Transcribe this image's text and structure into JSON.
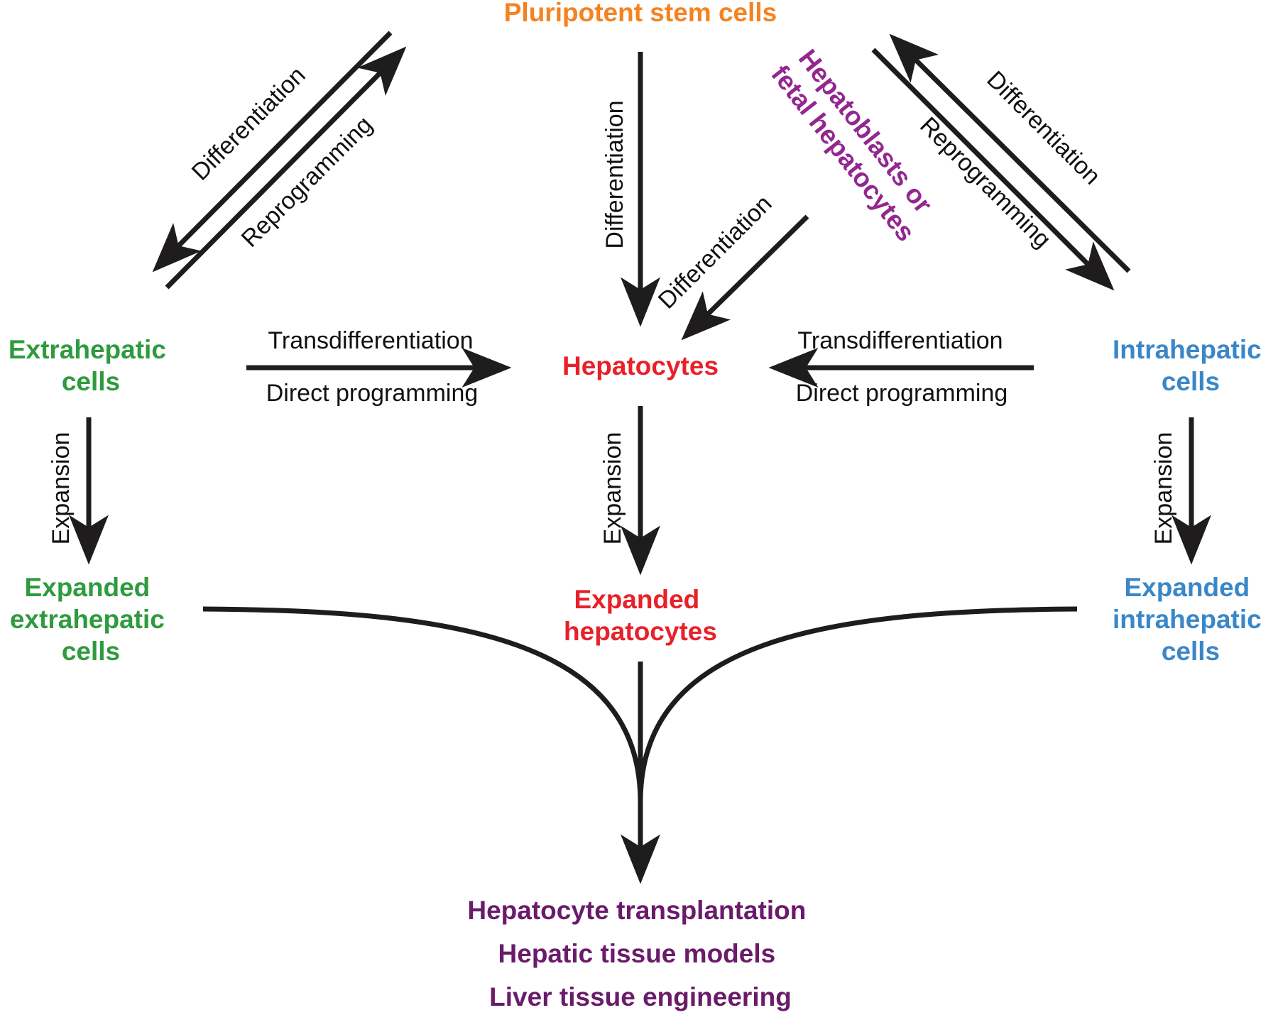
{
  "colors": {
    "orange": "#f58220",
    "green": "#2e9b3e",
    "red": "#e8202a",
    "blue": "#3a87c8",
    "violet": "#93278f",
    "plum": "#6a1b6a",
    "arrow": "#1f1c1d"
  },
  "nodes": {
    "psc": "Pluripotent stem cells",
    "hepatoblasts": [
      "Hepatoblasts or",
      "fetal hepatocytes"
    ],
    "extrahepatic": [
      "Extrahepatic",
      "cells"
    ],
    "hepatocytes": "Hepatocytes",
    "intrahepatic": [
      "Intrahepatic",
      "cells"
    ],
    "expanded_extrahepatic": [
      "Expanded",
      "extrahepatic",
      "cells"
    ],
    "expanded_hepatocytes": [
      "Expanded",
      "hepatocytes"
    ],
    "expanded_intrahepatic": [
      "Expanded",
      "intrahepatic",
      "cells"
    ]
  },
  "edge_labels": {
    "differentiation": "Differentiation",
    "reprogramming": "Reprogramming",
    "transdifferentiation": "Transdifferentiation",
    "direct_programming": "Direct programming",
    "expansion": "Expansion"
  },
  "applications": [
    "Hepatocyte transplantation",
    "Hepatic tissue models",
    "Liver tissue engineering"
  ]
}
